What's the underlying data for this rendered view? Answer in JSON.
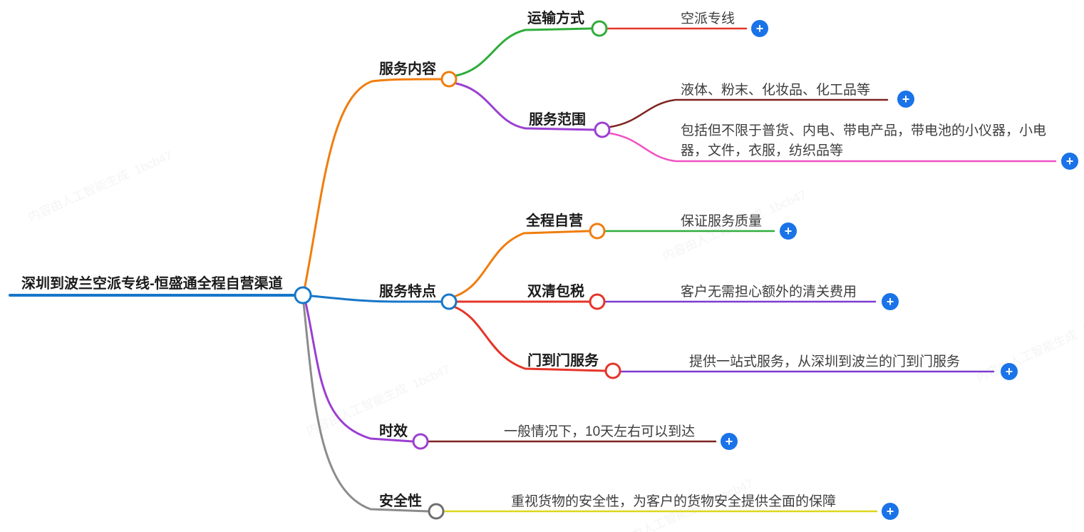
{
  "root": {
    "label": "深圳到波兰空派专线-恒盛通全程自营渠道"
  },
  "branches": [
    {
      "label": "服务内容",
      "children": [
        {
          "label": "运输方式",
          "leaves": [
            {
              "text": "空派专线"
            }
          ]
        },
        {
          "label": "服务范围",
          "leaves": [
            {
              "text": "液体、粉末、化妆品、化工品等"
            },
            {
              "text": "包括但不限于普货、内电、带电产品，带电池的小仪器，小电器，文件，衣服，纺织品等"
            }
          ]
        }
      ]
    },
    {
      "label": "服务特点",
      "children": [
        {
          "label": "全程自营",
          "leaves": [
            {
              "text": "保证服务质量"
            }
          ]
        },
        {
          "label": "双清包税",
          "leaves": [
            {
              "text": "客户无需担心额外的清关费用"
            }
          ]
        },
        {
          "label": "门到门服务",
          "leaves": [
            {
              "text": "提供一站式服务，从深圳到波兰的门到门服务"
            }
          ]
        }
      ]
    },
    {
      "label": "时效",
      "leaves": [
        {
          "text": "一般情况下，10天左右可以到达"
        }
      ]
    },
    {
      "label": "安全性",
      "leaves": [
        {
          "text": "重视货物的安全性，为客户的货物安全提供全面的保障"
        }
      ]
    }
  ],
  "ui": {
    "plus": "+"
  },
  "watermark": {
    "text": "内容由人工智能生成",
    "code": "1bcb47"
  },
  "colors": {
    "blue": "#1677c8",
    "orange": "#f07d0e",
    "green": "#30ad3c",
    "red": "#e53529",
    "purple": "#9b3fd1",
    "violet": "#7c3bd2",
    "dark_red": "#7d2420",
    "magenta": "#f152c5",
    "gray": "#8c8c8c",
    "gray_node": "#6f6f6f",
    "yellow": "#ddd61e",
    "plus_blue": "#1a73e8"
  }
}
